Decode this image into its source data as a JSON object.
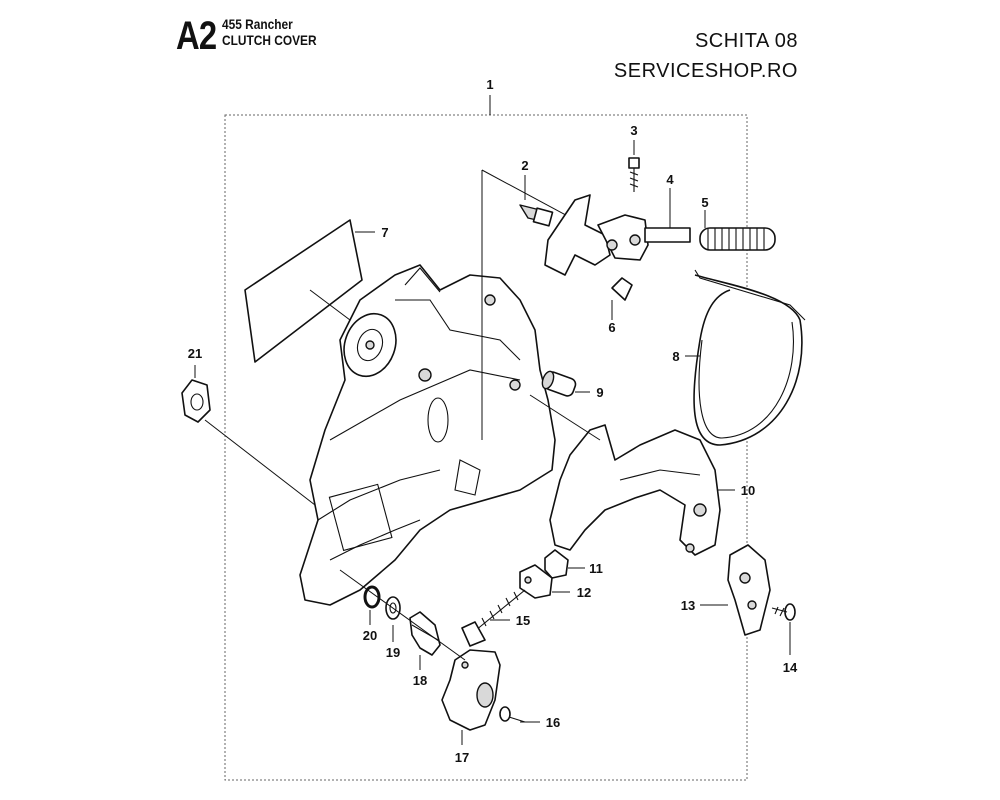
{
  "header": {
    "section_code": "A2",
    "model": "455 Rancher",
    "assembly_name": "CLUTCH COVER",
    "sketch_label": "SCHITA 08",
    "shop_name": "SERVICESHOP.RO"
  },
  "callouts": {
    "c1": "1",
    "c2": "2",
    "c3": "3",
    "c4": "4",
    "c5": "5",
    "c6": "6",
    "c7": "7",
    "c8": "8",
    "c9": "9",
    "c10": "10",
    "c11": "11",
    "c12": "12",
    "c13": "13",
    "c14": "14",
    "c15": "15",
    "c16": "16",
    "c17": "17",
    "c18": "18",
    "c19": "19",
    "c20": "20",
    "c21": "21"
  }
}
